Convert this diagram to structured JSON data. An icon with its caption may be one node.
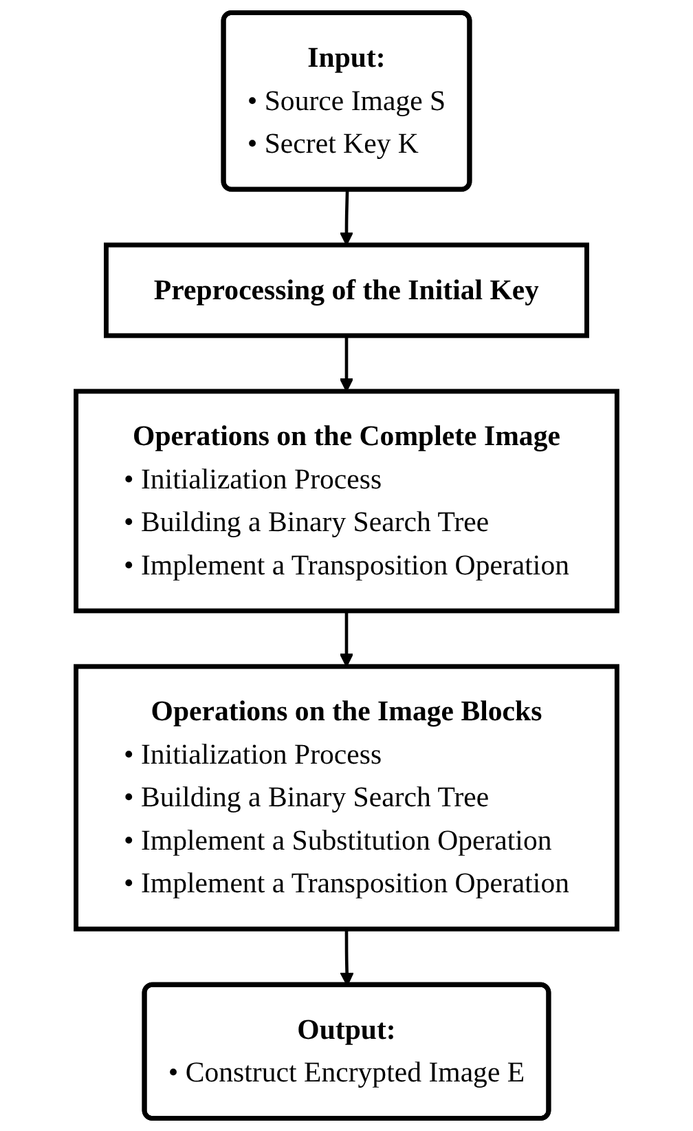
{
  "diagram": {
    "nodes": [
      {
        "text": [
          "Input:",
          "• Source Image S",
          "• Secret Key K"
        ]
      },
      {
        "text": [
          "Preprocessing of the Initial Key"
        ]
      },
      {
        "text": [
          "Operations on the Complete Image",
          "• Initialization Process",
          "• Building a Binary Search Tree",
          "• Implement a Transposition Operation"
        ]
      },
      {
        "text": [
          "Operations on the Image Blocks",
          "• Initialization Process",
          "• Building a Binary Search Tree",
          "• Implement a Substitution Operation",
          "• Implement a Transposition Operation"
        ]
      },
      {
        "text": [
          "Output:",
          "• Construct Encrypted Image E"
        ]
      }
    ],
    "edges": [
      {
        "from": 0,
        "to": 1,
        "arrow": "to"
      },
      {
        "from": 1,
        "to": 2,
        "arrow": "to"
      },
      {
        "from": 2,
        "to": 3,
        "arrow": "to"
      },
      {
        "from": 3,
        "to": 4,
        "arrow": "to"
      }
    ]
  }
}
